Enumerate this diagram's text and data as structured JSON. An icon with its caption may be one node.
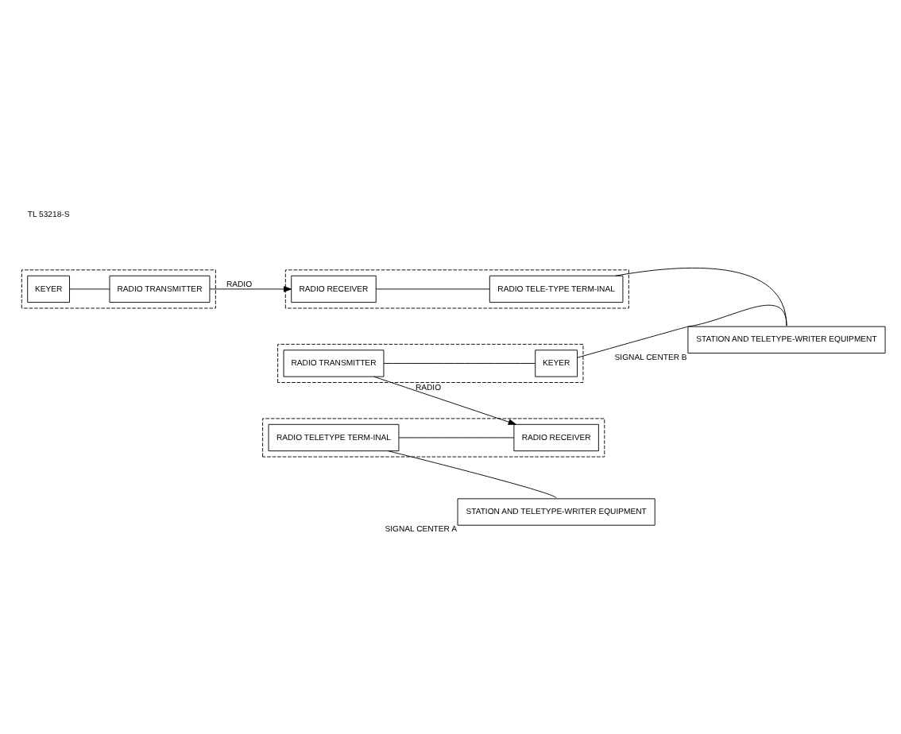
{
  "diagram": {
    "nodes": [
      {
        "text": [],
        "shape": "box"
      },
      {
        "text": [
          "KEYER"
        ],
        "in": 0
      },
      {
        "text": [
          "RADIO TRANSMITTER"
        ],
        "in": 0
      },
      {
        "text": [],
        "shape": "box"
      },
      {
        "text": [
          "RADIO RECEIVER"
        ],
        "in": 3
      },
      {
        "text": [
          "RADIO TELE-TYPE TERM-INAL"
        ],
        "in": 3
      },
      {
        "text": [],
        "shape": "box"
      },
      {
        "text": [
          "RADIO TELETYPE TERM-INAL"
        ],
        "in": 6
      },
      {
        "text": [
          "RADIO RECEIVER"
        ],
        "in": 6
      },
      {
        "text": [],
        "shape": "box"
      },
      {
        "text": [
          "RADIO TRANSMITTER"
        ],
        "in": 9
      },
      {
        "text": [
          "KEYER"
        ],
        "in": 9
      },
      {
        "text": [
          "STATION AND TELETYPE-WRITER EQUIPMENT"
        ],
        "beside": [
          "SIGNAL CENTER A"
        ]
      },
      {
        "text": [
          "STATION AND TELETYPE-WRITER EQUIPMENT"
        ],
        "beside": [
          "SIGNAL CENTER B"
        ]
      }
    ],
    "edges": [
      {
        "from": 1,
        "to": 2,
        "arrow": "none"
      },
      {
        "from": 2,
        "to": 4,
        "arrow": "to",
        "label": "RADIO"
      },
      {
        "from": 4,
        "to": 5,
        "arrow": "none"
      },
      {
        "from": 7,
        "to": 8,
        "arrow": "none"
      },
      {
        "from": 10,
        "to": 8,
        "arrow": "to",
        "label": "RADIO"
      },
      {
        "from": 10,
        "to": 11,
        "arrow": "none"
      },
      {
        "from": 7,
        "to": 12,
        "arrow": "none"
      },
      {
        "from": 11,
        "to": 13,
        "arrow": "none"
      },
      {
        "from": 5,
        "to": 13,
        "arrow": "none"
      }
    ],
    "labels": [
      "TL 53218-S"
    ]
  }
}
